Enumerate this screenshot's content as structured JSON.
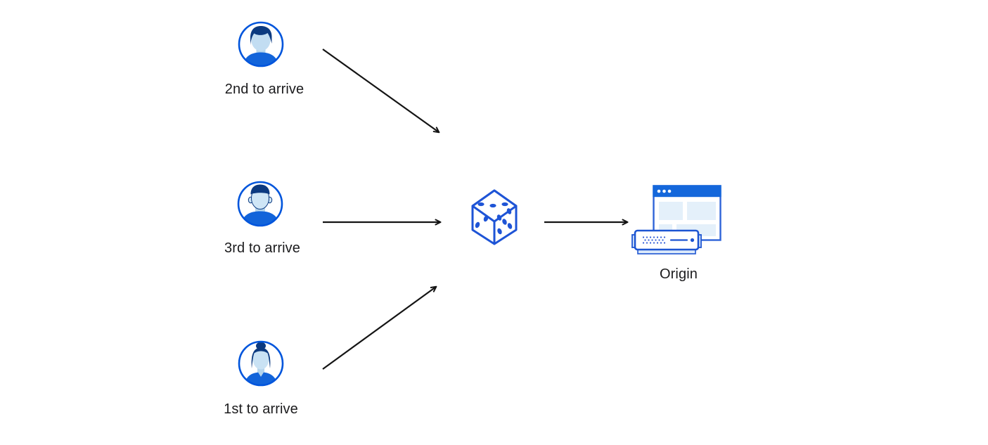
{
  "diagram": {
    "users": [
      {
        "id": "second-user",
        "label": "2nd to arrive",
        "icon": "avatar-man-swept-hair-icon"
      },
      {
        "id": "third-user",
        "label": "3rd to arrive",
        "icon": "avatar-man-flat-top-icon"
      },
      {
        "id": "first-user",
        "label": "1st to arrive",
        "icon": "avatar-woman-bun-icon"
      }
    ],
    "router": {
      "icon": "dice-icon"
    },
    "origin": {
      "label": "Origin",
      "icon": "origin-server-browser-icon"
    },
    "colors": {
      "accent_blue": "#0055dc",
      "dice_blue": "#1e54d6",
      "dark_navy": "#0c3a80",
      "shirt_blue": "#1264da",
      "face_light_blue": "#c2ddf2",
      "panel_pale_blue": "#e4f0fa",
      "titlebar_blue": "#1467db",
      "arrow_black": "#141414",
      "background": "#ffffff"
    }
  }
}
